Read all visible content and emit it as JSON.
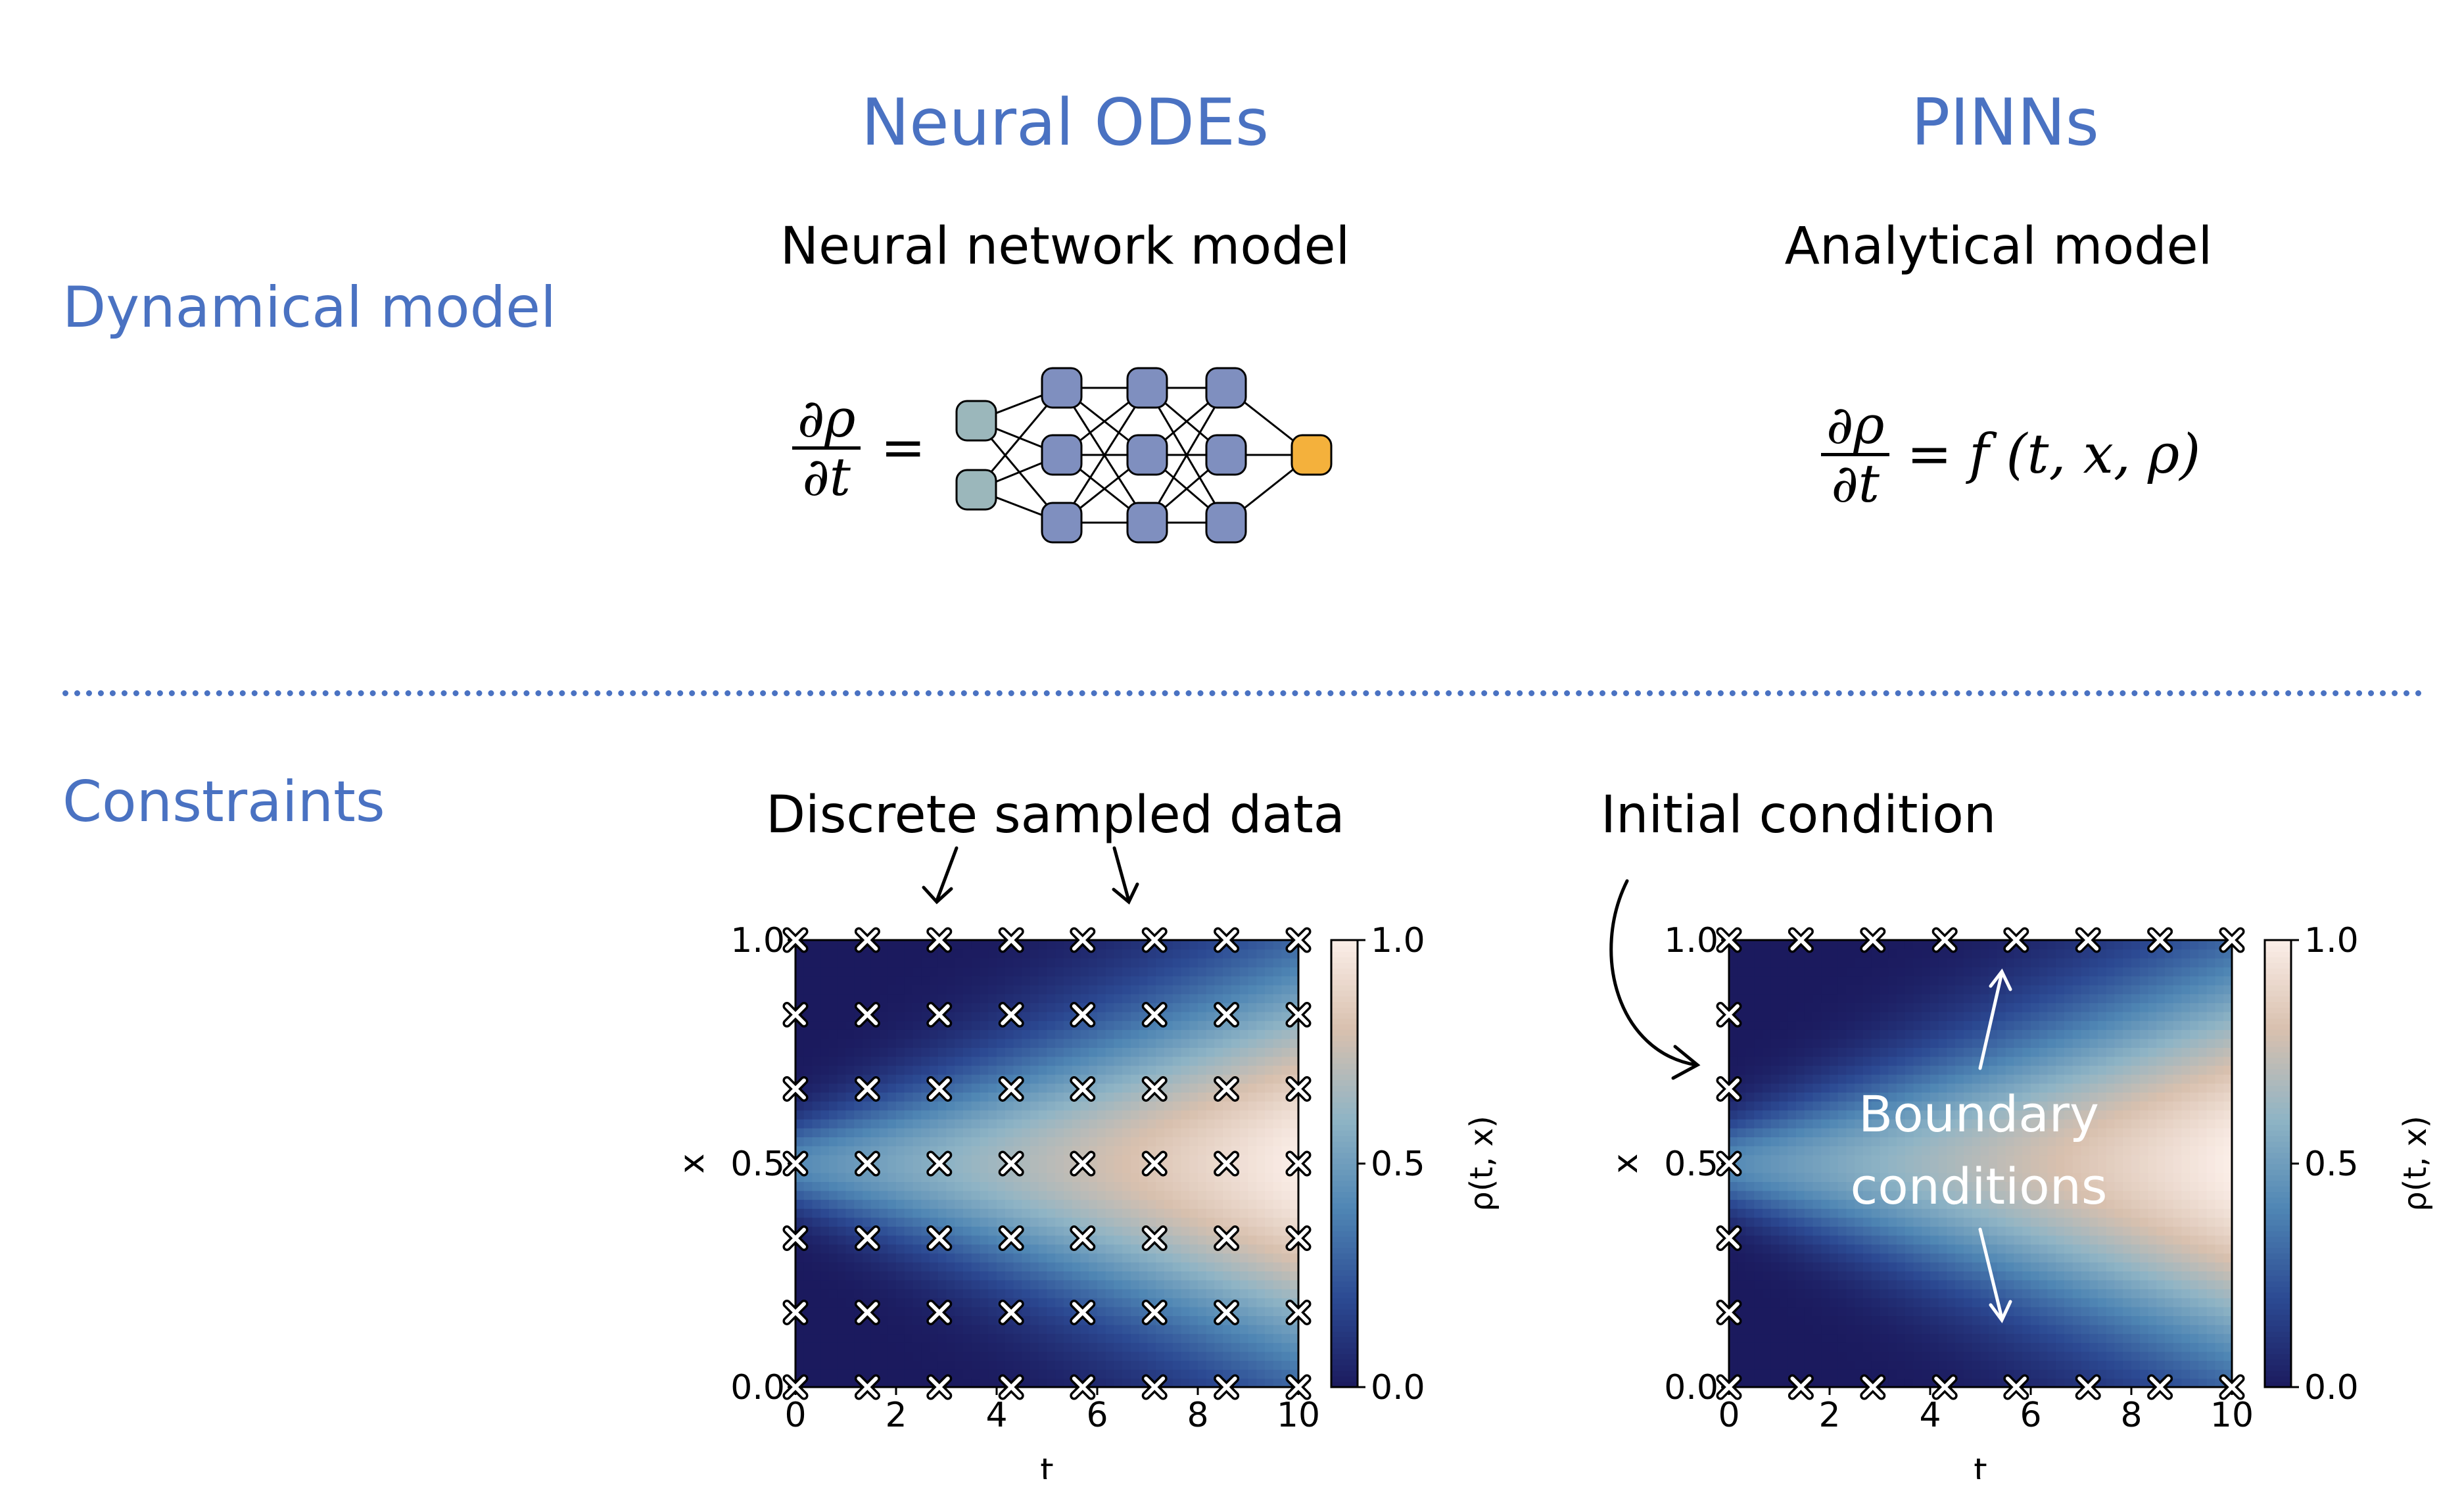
{
  "columns": {
    "left_title": "Neural ODEs",
    "right_title": "PINNs"
  },
  "rows": {
    "dynamical": "Dynamical model",
    "constraints": "Constraints"
  },
  "dynamical": {
    "left_label": "Neural network model",
    "right_label": "Analytical model",
    "eq": {
      "numerator": "∂ρ",
      "denominator": "∂t",
      "equals": "=",
      "rhs": "f (t, x, ρ)"
    },
    "nn_colors": {
      "input": "#9bb7bb",
      "hidden": "#7f8fbf",
      "output": "#f4b13c"
    }
  },
  "constraints": {
    "left_annotation": "Discrete sampled data",
    "right_annotation": "Initial condition",
    "boundary_label_line1": "Boundary",
    "boundary_label_line2": "conditions"
  },
  "chart_data": [
    {
      "type": "heatmap",
      "title": "",
      "xlabel": "t",
      "ylabel": "x",
      "colorbar_label": "ρ(t, x)",
      "xlim": [
        0,
        10
      ],
      "ylim": [
        0,
        1
      ],
      "x_ticks": [
        "0",
        "2",
        "4",
        "6",
        "8",
        "10"
      ],
      "y_ticks": [
        "0.0",
        "0.5",
        "1.0"
      ],
      "colorbar_ticks": [
        "0.0",
        "0.5",
        "1.0"
      ],
      "clim": [
        0,
        1
      ],
      "colormap": [
        "#1b1a5e",
        "#2c4a93",
        "#4f86b4",
        "#8fb4c5",
        "#d8c0ae",
        "#fbeee8"
      ],
      "markers": "x",
      "sample_t": [
        0,
        1.43,
        2.86,
        4.29,
        5.71,
        7.14,
        8.57,
        10
      ],
      "sample_x": [
        0,
        0.167,
        0.333,
        0.5,
        0.667,
        0.833,
        1.0
      ]
    },
    {
      "type": "heatmap",
      "title": "",
      "xlabel": "t",
      "ylabel": "x",
      "colorbar_label": "ρ(t, x)",
      "xlim": [
        0,
        10
      ],
      "ylim": [
        0,
        1
      ],
      "x_ticks": [
        "0",
        "2",
        "4",
        "6",
        "8",
        "10"
      ],
      "y_ticks": [
        "0.0",
        "0.5",
        "1.0"
      ],
      "colorbar_ticks": [
        "0.0",
        "0.5",
        "1.0"
      ],
      "clim": [
        0,
        1
      ],
      "colormap": [
        "#1b1a5e",
        "#2c4a93",
        "#4f86b4",
        "#8fb4c5",
        "#d8c0ae",
        "#fbeee8"
      ],
      "markers": "x",
      "initial_x": [
        0,
        0.167,
        0.333,
        0.5,
        0.667,
        0.833,
        1.0
      ],
      "boundary_t": [
        0,
        1.43,
        2.86,
        4.29,
        5.71,
        7.14,
        8.57,
        10
      ]
    }
  ]
}
